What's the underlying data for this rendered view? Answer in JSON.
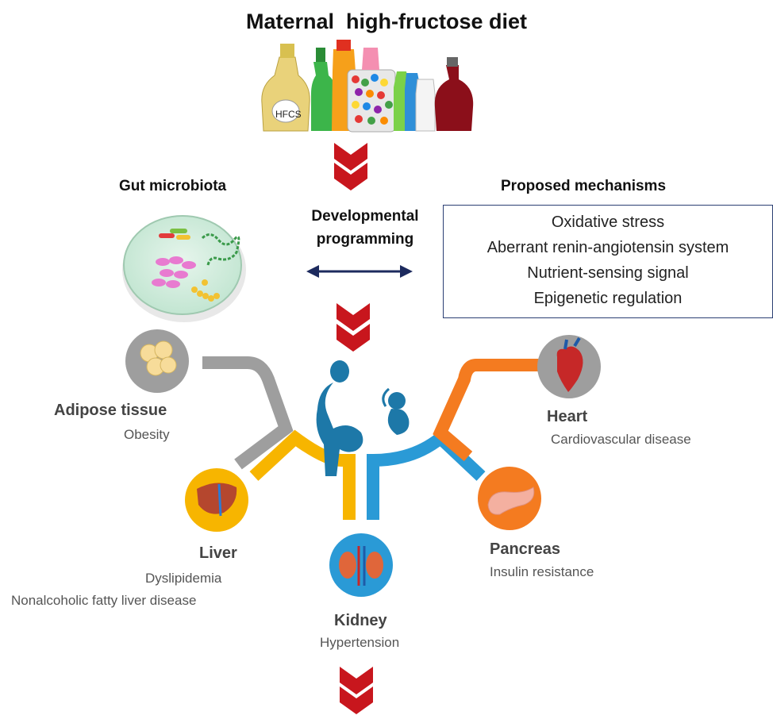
{
  "title": "Maternal  high-fructose diet",
  "hfcs_label": "HFCS",
  "gut_title": "Gut microbiota",
  "proposed_title": "Proposed mechanisms",
  "developmental": [
    "Developmental",
    "programming"
  ],
  "mechanisms": [
    "Oxidative stress",
    "Aberrant renin-angiotensin system",
    "Nutrient-sensing signal",
    "Epigenetic regulation"
  ],
  "organs": {
    "adipose": {
      "name": "Adipose tissue",
      "outcome": "Obesity"
    },
    "heart": {
      "name": "Heart",
      "outcome": "Cardiovascular disease"
    },
    "liver": {
      "name": "Liver",
      "outcomes": [
        "Dyslipidemia",
        "Nonalcoholic fatty liver disease"
      ]
    },
    "pancreas": {
      "name": "Pancreas",
      "outcome": "Insulin resistance"
    },
    "kidney": {
      "name": "Kidney",
      "outcome": "Hypertension"
    }
  },
  "colors": {
    "chevron": "#c8161d",
    "arrow": "#1c2a5e",
    "adipose": "#9e9e9e",
    "liver": "#f7b500",
    "kidney": "#2a9ad6",
    "pancreas": "#f47b20",
    "heart": "#f47b20",
    "silhouette": "#1d78a8"
  }
}
